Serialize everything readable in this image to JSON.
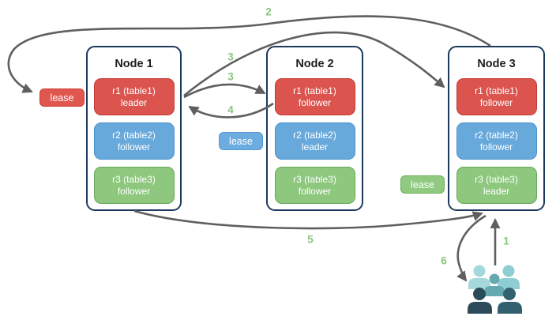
{
  "diagram": {
    "title": "raft-leaseholder-cluster-diagram",
    "nodes": [
      {
        "title": "Node 1",
        "ranges": [
          {
            "name": "r1 (table1)",
            "role": "leader",
            "color": "red"
          },
          {
            "name": "r2 (table2)",
            "role": "follower",
            "color": "blue"
          },
          {
            "name": "r3 (table3)",
            "role": "follower",
            "color": "green"
          }
        ]
      },
      {
        "title": "Node 2",
        "ranges": [
          {
            "name": "r1 (table1)",
            "role": "follower",
            "color": "red"
          },
          {
            "name": "r2 (table2)",
            "role": "leader",
            "color": "blue"
          },
          {
            "name": "r3 (table3)",
            "role": "follower",
            "color": "green"
          }
        ]
      },
      {
        "title": "Node 3",
        "ranges": [
          {
            "name": "r1 (table1)",
            "role": "follower",
            "color": "red"
          },
          {
            "name": "r2 (table2)",
            "role": "follower",
            "color": "blue"
          },
          {
            "name": "r3 (table3)",
            "role": "leader",
            "color": "green"
          }
        ]
      }
    ],
    "leases": [
      {
        "label": "lease",
        "color": "red"
      },
      {
        "label": "lease",
        "color": "blue"
      },
      {
        "label": "lease",
        "color": "green"
      }
    ],
    "steps": [
      {
        "label": "1"
      },
      {
        "label": "2"
      },
      {
        "label": "3"
      },
      {
        "label": "3"
      },
      {
        "label": "4"
      },
      {
        "label": "5"
      },
      {
        "label": "6"
      }
    ],
    "icons": {
      "users": "users-group-icon"
    }
  },
  "colors": {
    "range_red": "#db544e",
    "range_red_border": "#c23b36",
    "range_blue": "#68a9dc",
    "range_blue_border": "#4a90cd",
    "range_green": "#8dc87e",
    "range_green_border": "#68a658",
    "lease_red": "#e0574f",
    "lease_blue": "#6dacdf",
    "lease_green": "#8fca80",
    "node_border": "#1c3a5e",
    "arrow": "#5f5f5f",
    "step_label": "#8bc57e",
    "people_light_teal": "#a4d8da",
    "people_teal": "#8ecdd2",
    "people_medium_teal": "#64a9af",
    "people_dark_slate": "#2c4b5a",
    "people_dark_teal": "#32606f"
  }
}
